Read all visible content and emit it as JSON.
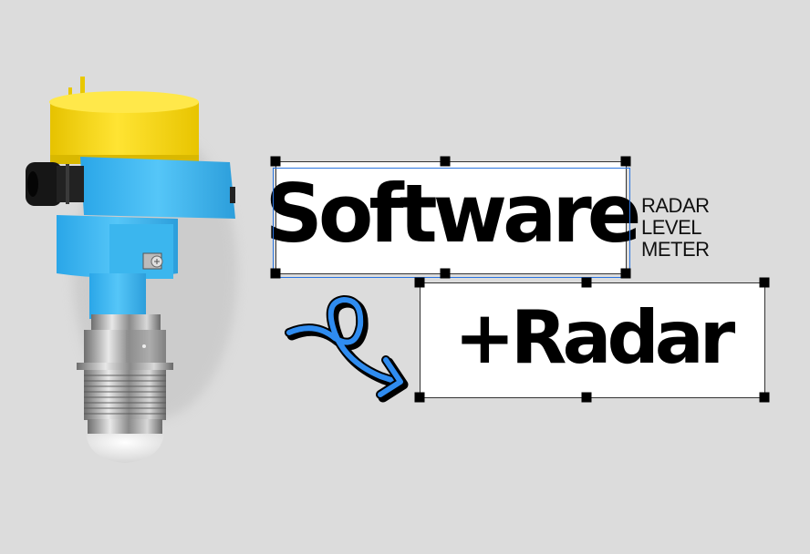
{
  "canvas": {
    "background": "#dcdcdc"
  },
  "device": {
    "name": "radar-level-meter-illustration",
    "colors": {
      "cap": "#f5d60e",
      "housing": "#3ab6f0",
      "cable_gland": "#111111",
      "metal": "#a9a9a9",
      "lens": "#f2f2f2"
    }
  },
  "frames": {
    "top": {
      "text": "Software",
      "selection_color": "#2a74e0"
    },
    "side_label": {
      "lines": [
        "RADAR",
        "LEVEL",
        "METER"
      ]
    },
    "bottom": {
      "text": "+Radar"
    }
  },
  "arrow": {
    "color": "#2f8cf0",
    "outline": "#000000"
  }
}
